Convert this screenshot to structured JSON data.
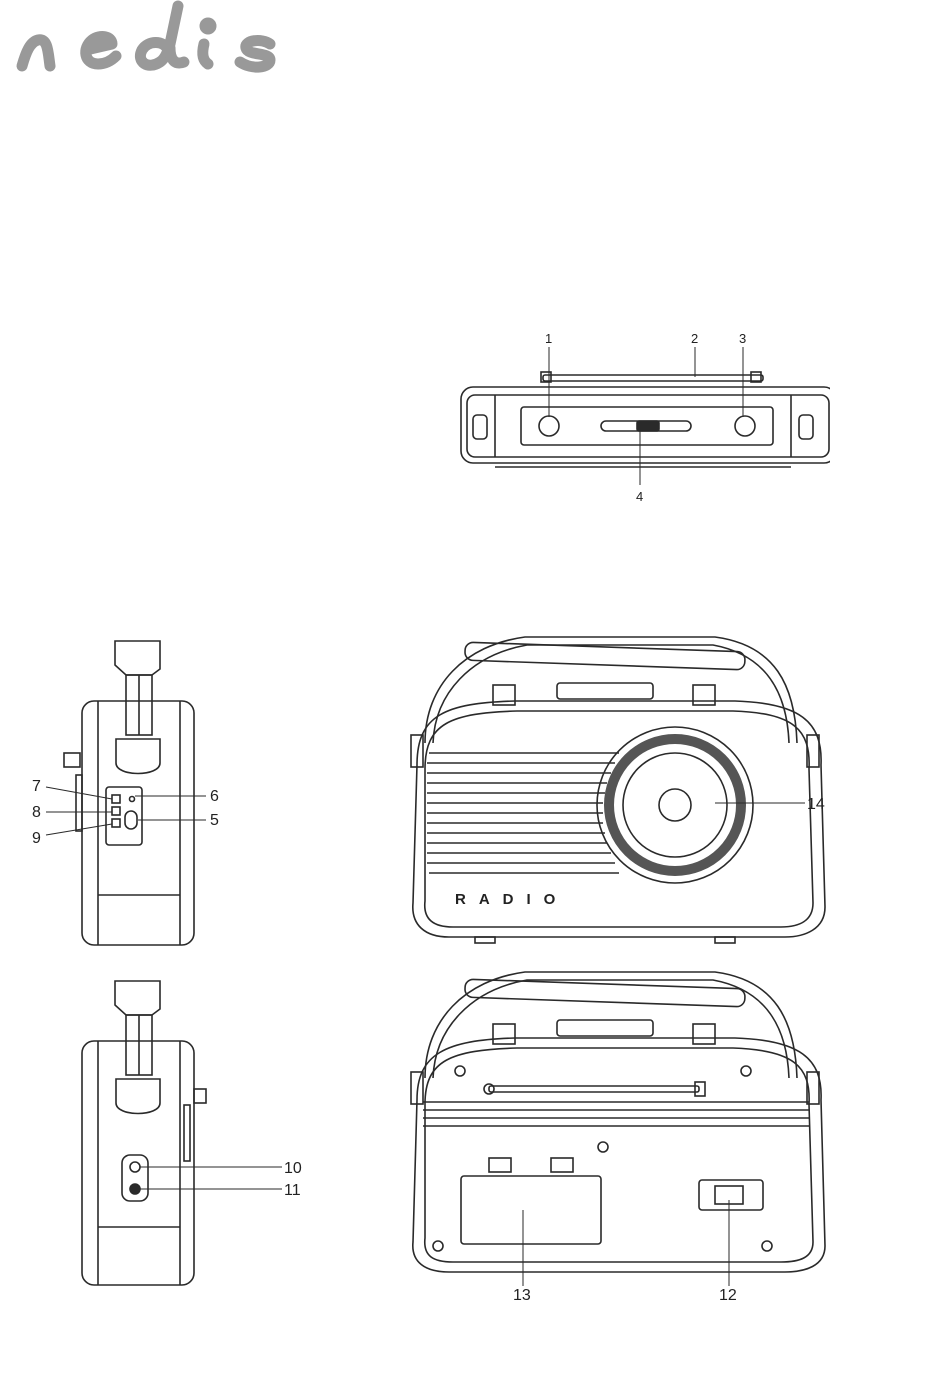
{
  "brand": {
    "logo_text": "nedis"
  },
  "figure_top": {
    "callouts": [
      "1",
      "2",
      "3",
      "4"
    ]
  },
  "figure_side_front": {
    "callouts": [
      "7",
      "6",
      "8",
      "5",
      "9"
    ]
  },
  "figure_front": {
    "panel_text": "RADIO",
    "callouts": [
      "14"
    ]
  },
  "figure_side_back": {
    "callouts": [
      "10",
      "11"
    ]
  },
  "figure_back": {
    "callouts": [
      "13",
      "12"
    ]
  },
  "colors": {
    "line": "#2a2a2a",
    "background": "#ffffff"
  }
}
